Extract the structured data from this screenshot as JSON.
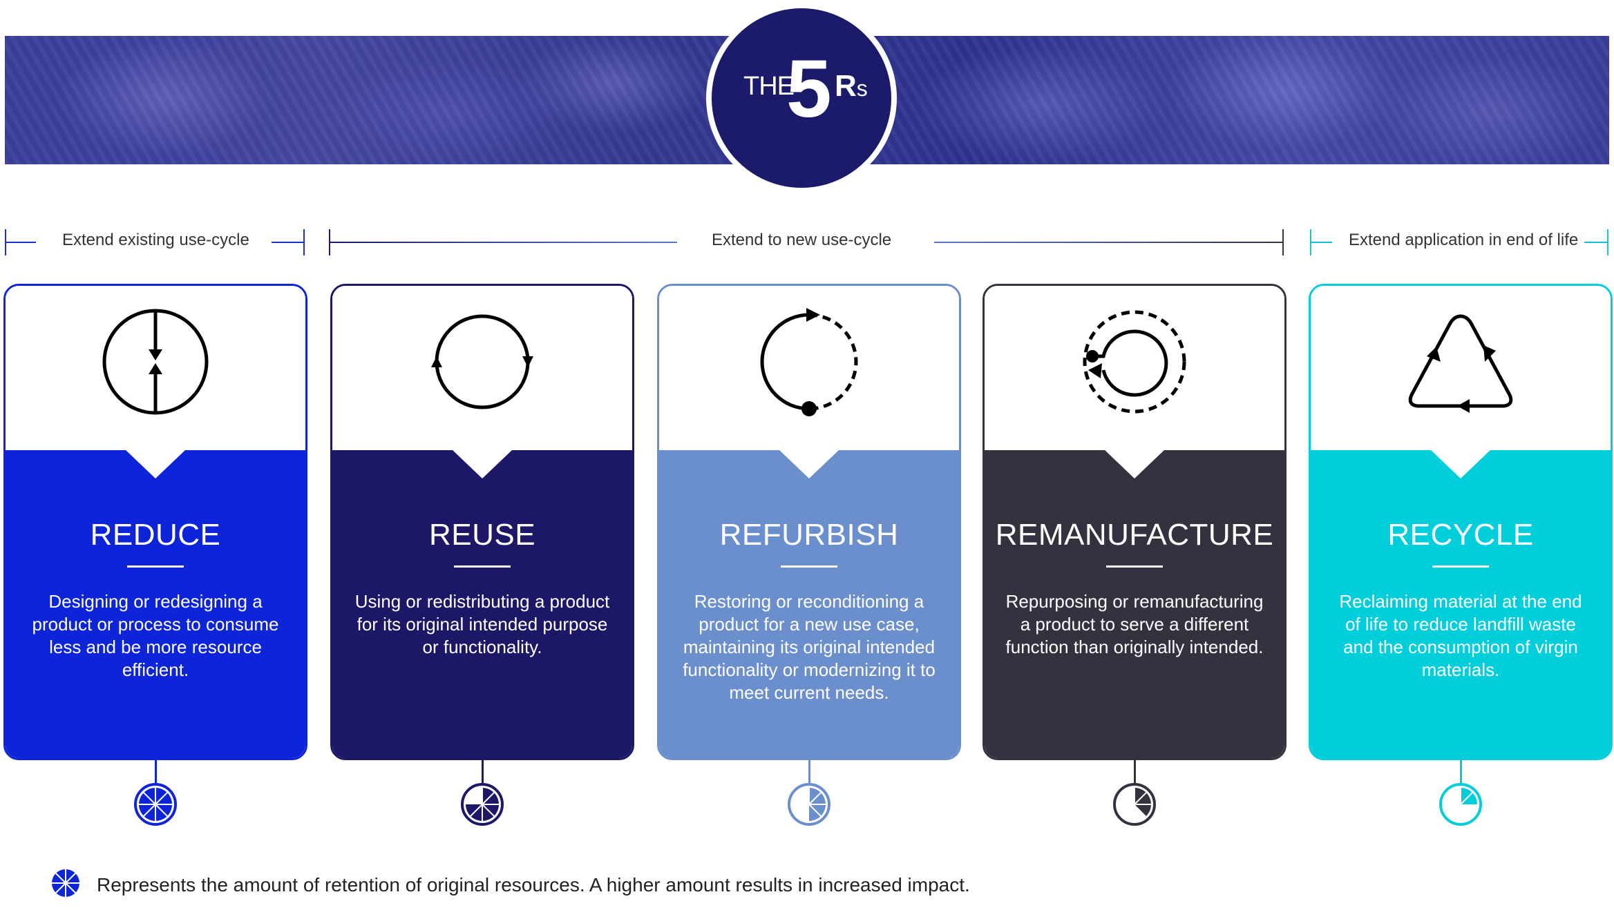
{
  "title": {
    "the": "THE",
    "five": "5",
    "r": "R",
    "s": "s"
  },
  "ranges": [
    {
      "label": "Extend existing use-cycle",
      "color": "#1a2fd6"
    },
    {
      "label": "Extend to new use-cycle",
      "color": "#1b1a6b"
    },
    {
      "label": "Extend application in end of life",
      "color": "#13c4d6"
    }
  ],
  "cards": [
    {
      "title": "REDUCE",
      "description": "Designing or redesigning a product or process to consume less and be more resource efficient.",
      "color": "#0d24d9",
      "icon": "converging-arrows-icon",
      "retention": 1.0
    },
    {
      "title": "REUSE",
      "description": "Using or redistributing a product for its original intended purpose or functionality.",
      "color": "#1c1766",
      "icon": "circular-arrows-icon",
      "retention": 0.75
    },
    {
      "title": "REFURBISH",
      "description": "Restoring or reconditioning a product for a new use case, maintaining its original intended functionality or modernizing it to meet current needs.",
      "color": "#6b8fcc",
      "icon": "partial-cycle-icon",
      "retention": 0.5
    },
    {
      "title": "REMANUFACTURE",
      "description": "Repurposing or remanufacturing a product to serve a different function than originally intended.",
      "color": "#33323f",
      "icon": "dashed-cycle-icon",
      "retention": 0.375
    },
    {
      "title": "RECYCLE",
      "description": "Reclaiming material at the end of life to reduce landfill waste and the consumption of virgin materials.",
      "color": "#00cedb",
      "icon": "recycle-triangle-icon",
      "retention": 0.25
    }
  ],
  "legend": {
    "text": "Represents the amount of retention of original resources. A higher amount results in increased impact.",
    "color": "#0d24d9"
  }
}
